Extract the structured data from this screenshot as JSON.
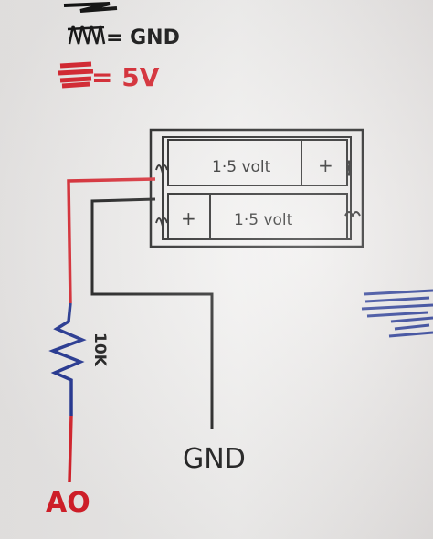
{
  "legend": {
    "gnd_label": "= GND",
    "fivev_label": "= 5V",
    "gnd_color": "#111111",
    "fivev_color": "#d8202a"
  },
  "battery": {
    "cell_top_label": "1·5 volt",
    "cell_bottom_label": "1·5 volt",
    "plus_symbol": "+"
  },
  "resistor": {
    "value_label": "10K",
    "color": "#1c2f8f"
  },
  "labels": {
    "gnd_terminal": "GND",
    "analog_pin": "AO"
  },
  "wire_colors": {
    "red": "#d8202a",
    "black": "#111111",
    "blue": "#1c2f8f"
  }
}
